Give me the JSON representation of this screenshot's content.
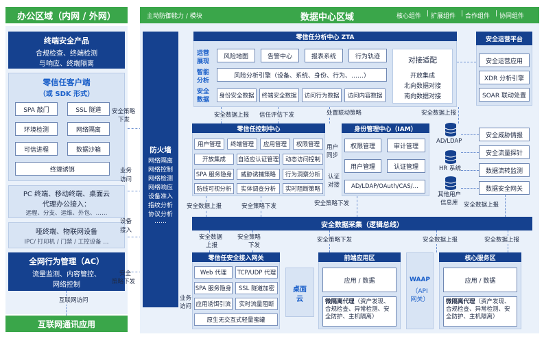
{
  "office": {
    "title": "办公区域（内网 / 外网）",
    "terminal_security": {
      "title": "终端安全产品",
      "lines": [
        "合规检查、终端检测",
        "与响应、终端隔离"
      ]
    },
    "client": {
      "title": "零信任客户端",
      "subtitle": "（或 SDK 形式）",
      "items": [
        "SPA 敲门",
        "SSL 隧道",
        "环境检测",
        "网络隔离",
        "可信进程",
        "数据沙箱"
      ],
      "wide": "终端诱饵"
    },
    "pc_access": {
      "line1": "PC 终端、移动终端、桌面云",
      "line2": "代理办公接入：",
      "line3": "远程、分支、运维、外包、……"
    },
    "iot": {
      "line1": "哑终端、物联网设备",
      "line2": "IPC/ 打印机 / 门禁 / 工控设备 ..."
    },
    "ac": {
      "title": "全网行为管理（AC）",
      "lines": [
        "流量监测、内容管控、",
        "网络控制"
      ]
    },
    "internet_access": "互联网访问",
    "internet_apps": "互联网通讯应用"
  },
  "edge_labels": {
    "policy_down_1": [
      "安全策略",
      "下发"
    ],
    "business_access": [
      "业务",
      "访问"
    ],
    "device_access": [
      "设备",
      "接入"
    ],
    "policy_down_2": [
      "安全",
      "策略下发"
    ]
  },
  "firewall": {
    "title": "防火墙",
    "items": [
      "网络隔离",
      "网络控制",
      "网络检测",
      "网络响应",
      "设备准入",
      "指纹分析",
      "协议分析",
      "……"
    ]
  },
  "datacenter": {
    "header_left": "主动防御能力 / 模块",
    "title": "数据中心区域",
    "header_right": [
      "核心组件",
      "扩展组件",
      "合作组件",
      "协同组件"
    ]
  },
  "zta": {
    "title": "零信任分析中心 ZTA",
    "row_labels": [
      [
        "运营",
        "展现"
      ],
      [
        "智能",
        "分析"
      ],
      [
        "安全",
        "数据"
      ]
    ],
    "row1": [
      "风险地图",
      "告警中心",
      "报表系统",
      "行为轨迹"
    ],
    "row2": "风险分析引擎（设备、系统、身份、行为、……）",
    "row3": [
      "身份安全数据",
      "终端安全数据",
      "访问行为数据",
      "访问内容数据"
    ],
    "adapter": {
      "title": "对接适配",
      "lines": [
        "开放集成",
        "北向数据对接",
        "南向数据对接"
      ]
    }
  },
  "soc": {
    "title": "安全运营平台",
    "items": [
      "安全运营应用",
      "XDR 分析引擎",
      "SOAR 联动处置"
    ]
  },
  "right_tools": [
    "安全威胁情报",
    "安全流量探针",
    "数据流转监测",
    "数据安全网关"
  ],
  "flow_labels": {
    "data_report_1": "安全数据上报",
    "trust_down": "信任评估下发",
    "linkage_policy": "处置联动策略",
    "data_report_2": "安全数据上报",
    "user_sync": [
      "用户",
      "同步"
    ],
    "auth": [
      "认证",
      "对接"
    ],
    "data_report_3": "安全数据上报",
    "policy_down_3": "安全策略下发",
    "policy_down_4": "安全策略下发",
    "data_report_4": [
      "安全数据",
      "上报"
    ],
    "policy_down_5": [
      "安全策略",
      "下发"
    ],
    "policy_down_6": "安全策略下发",
    "data_report_5": "安全数据上报",
    "data_report_6": "安全数据上报",
    "business_access_2": [
      "业务",
      "访问"
    ]
  },
  "control": {
    "title": "零信任控制中心",
    "items": [
      "用户管理",
      "终端管理",
      "应用管理",
      "权限管理",
      "开放集成",
      "自适应认证管理",
      "动态访问控制",
      "SPA 服务隐身",
      "威胁诱捕策略",
      "行为洞察分析",
      "防线可视分析",
      "实体调查分析",
      "实时阻断策略"
    ]
  },
  "iam": {
    "title": "身份管理中心（IAM）",
    "items": [
      "权限管理",
      "审计管理",
      "用户管理",
      "认证管理"
    ],
    "wide": "AD/LDAP/OAuth/CAS/…"
  },
  "user_sources": {
    "ldap": "AD/LDAP",
    "hr": "HR 系统",
    "other": [
      "其他用户",
      "信息库"
    ]
  },
  "collect": "安全数据采集（逻辑总线）",
  "gateway": {
    "title": "零信任安全接入网关",
    "items": [
      "Web 代理",
      "TCP/UDP 代理",
      "SPA 服务隐身",
      "SSL 隧道加密",
      "应用诱饵引流",
      "实时流量阻断"
    ],
    "wide": "原生无交互式轻量蜜罐"
  },
  "desktop_cloud": [
    "桌面",
    "云"
  ],
  "front_app": {
    "title": "前端应用区",
    "inner": "应用 / 数据",
    "micro_title": "微隔离代理",
    "micro_text": "（资产发现、合规检查、异常检测、安全防护、主机隔离）"
  },
  "waap": {
    "title": "WAAP",
    "sub": [
      "（API",
      "网关）"
    ]
  },
  "core_service": {
    "title": "核心服务区",
    "inner": "应用 / 数据",
    "micro_title": "微隔离代理",
    "micro_text": "（资产发现、合规检查、异常检测、安全防护、主机隔离）"
  }
}
